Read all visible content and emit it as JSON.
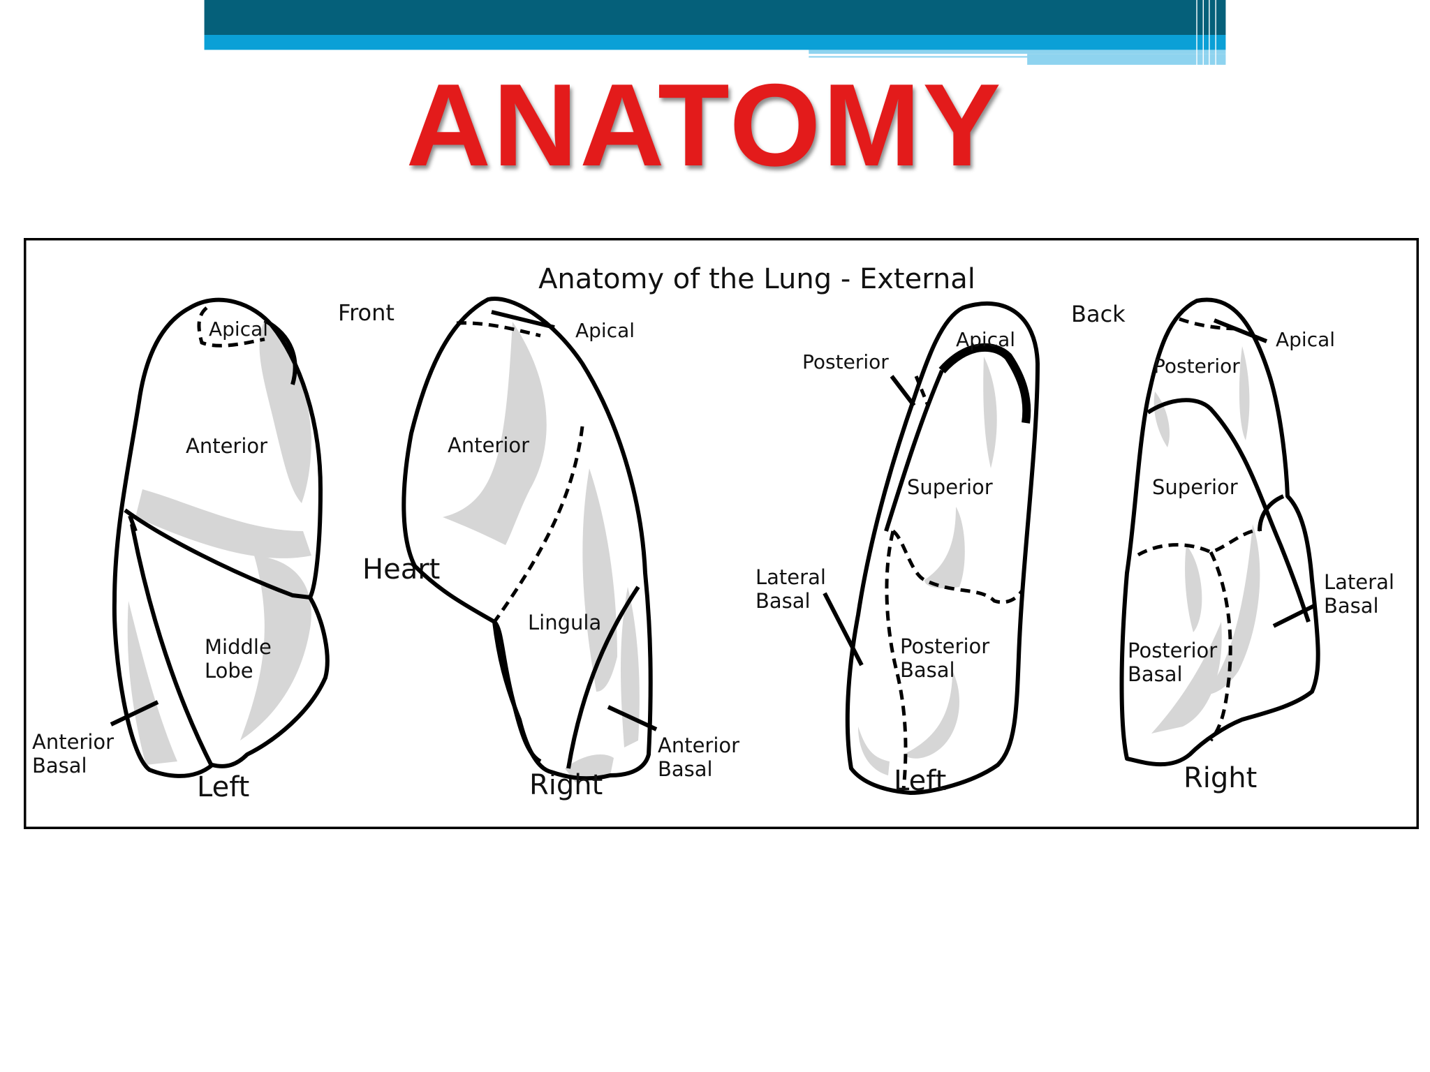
{
  "slide": {
    "title": "ANATOMY",
    "colors": {
      "title": "#e31b1b",
      "header_dark": "#05607a",
      "header_light": "#0ba0d6",
      "accent_pale": "#8ed3ef"
    }
  },
  "figure": {
    "title": "Anatomy of the Lung - External",
    "views": {
      "front": "Front",
      "back": "Back"
    },
    "heart_label": "Heart",
    "front_left": {
      "side": "Left",
      "apical": "Apical",
      "anterior": "Anterior",
      "middle_lobe_1": "Middle",
      "middle_lobe_2": "Lobe",
      "anterior_basal_1": "Anterior",
      "anterior_basal_2": "Basal"
    },
    "front_right": {
      "side": "Right",
      "apical": "Apical",
      "anterior": "Anterior",
      "lingula": "Lingula",
      "anterior_basal_1": "Anterior",
      "anterior_basal_2": "Basal"
    },
    "back_left": {
      "side": "Left",
      "apical": "Apical",
      "posterior": "Posterior",
      "superior": "Superior",
      "lateral_basal_1": "Lateral",
      "lateral_basal_2": "Basal",
      "posterior_basal_1": "Posterior",
      "posterior_basal_2": "Basal"
    },
    "back_right": {
      "side": "Right",
      "apical": "Apical",
      "posterior": "Posterior",
      "superior": "Superior",
      "lateral_basal_1": "Lateral",
      "lateral_basal_2": "Basal",
      "posterior_basal_1": "Posterior",
      "posterior_basal_2": "Basal"
    }
  }
}
